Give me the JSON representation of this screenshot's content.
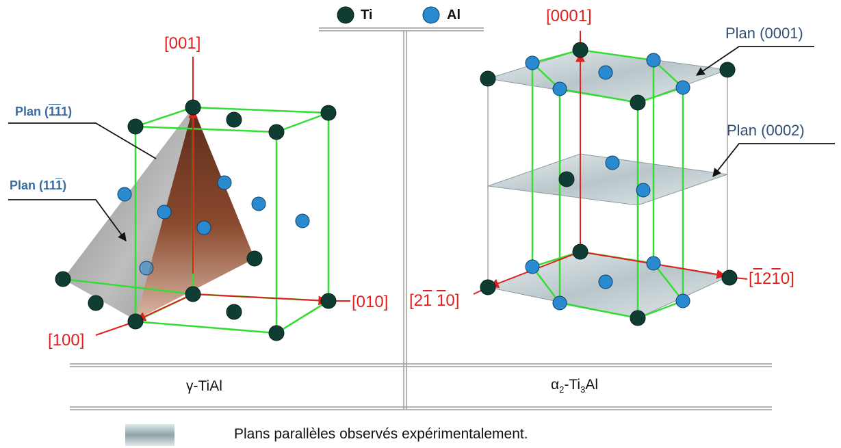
{
  "legend": {
    "ti_label": "Ti",
    "al_label": "Al",
    "ti_color": "#0f3d33",
    "al_color": "#2a8ad0"
  },
  "colors": {
    "axis_red": "#e0201c",
    "edge_green": "#33dd33",
    "plan_label_blue": "#3a6aa0",
    "plan_label_dark": "#2e4e76"
  },
  "gamma": {
    "caption_symbol": "γ",
    "caption_text": "-TiAl",
    "axis_001": "[001]",
    "axis_010": "[010]",
    "axis_100": "[100]",
    "plan_1_prefix": "Plan (",
    "plan_1_digits": [
      "1",
      "1",
      "1"
    ],
    "plan_1_suffix": ")",
    "plan_2_prefix": "Plan (",
    "plan_2_digits": [
      "1",
      "1",
      "1"
    ],
    "plan_2_suffix": ")"
  },
  "alpha2": {
    "caption_alpha": "α",
    "caption_sub2": "2",
    "caption_ti": "-Ti",
    "caption_sub3": "3",
    "caption_al": "Al",
    "axis_0001": "[0001]",
    "axis_1210_parts": [
      "[",
      "1",
      "2",
      "1",
      "0",
      "]"
    ],
    "axis_2110_parts": [
      "[2",
      "1",
      " ",
      "1",
      "0]"
    ],
    "plan_0001": "Plan (0001)",
    "plan_0002": "Plan (0002)"
  },
  "footer": {
    "swatch_icon": "plane-swatch-icon",
    "text": "Plans parallèles observés expérimentalement."
  }
}
